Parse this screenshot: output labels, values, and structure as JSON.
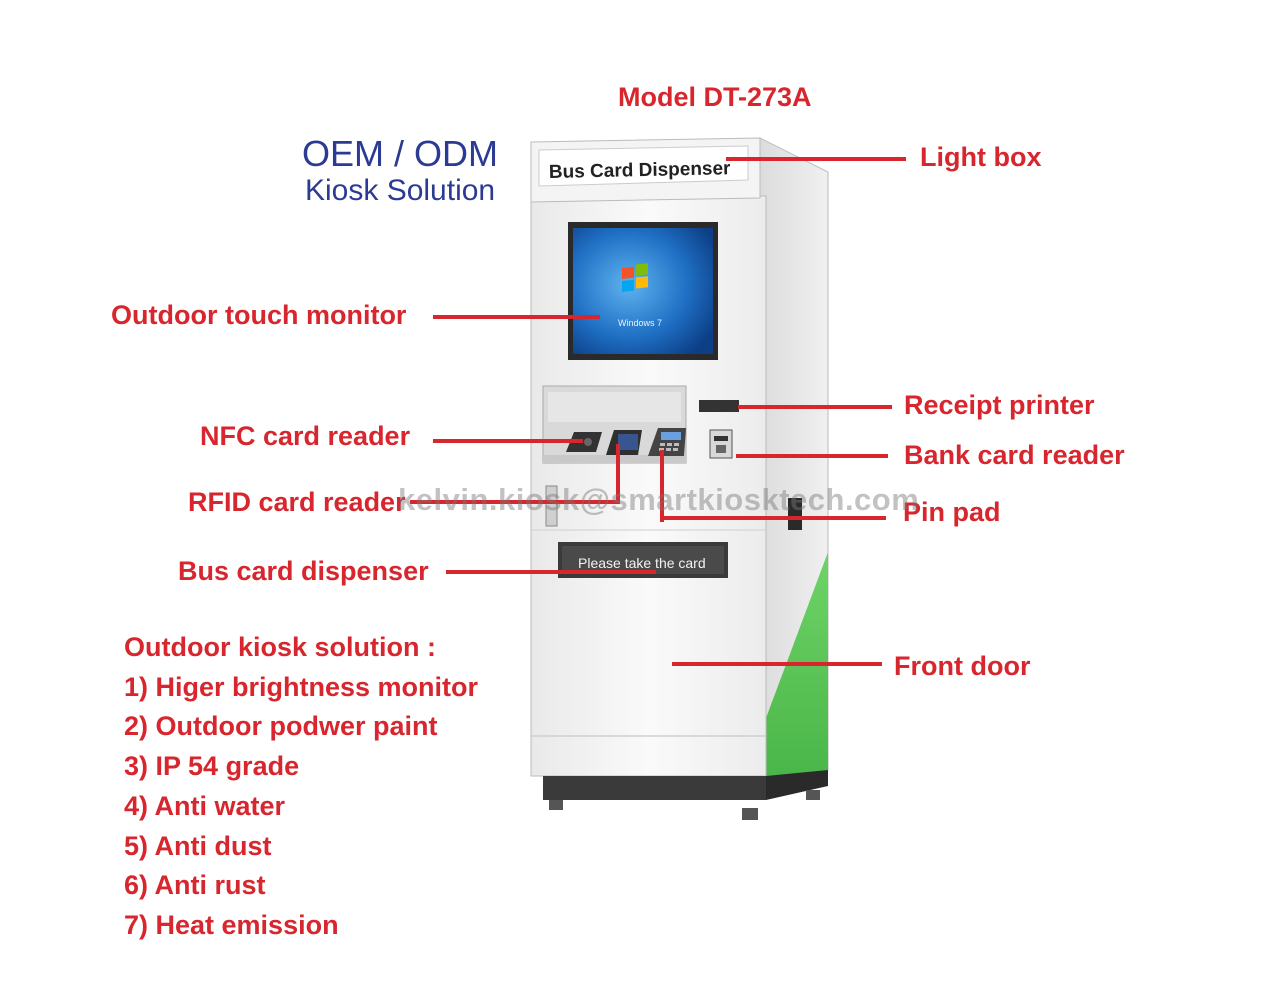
{
  "header": {
    "model": "Model DT-273A",
    "oem": "OEM / ODM",
    "solution": "Kiosk Solution"
  },
  "kiosk": {
    "sign_text": "Bus Card Dispenser",
    "dispenser_text": "Please take the card",
    "screen_text": "Windows 7",
    "accent_color": "#5cc85a",
    "body_color": "#f2f2f2",
    "screen_color": "#1f6fc4"
  },
  "labels": {
    "light_box": "Light box",
    "outdoor_touch_monitor": "Outdoor touch monitor",
    "receipt_printer": "Receipt printer",
    "nfc_card_reader": "NFC card reader",
    "bank_card_reader": "Bank card reader",
    "rfid_card_reader": "RFID card reader",
    "pin_pad": "Pin pad",
    "bus_card_dispenser": "Bus card dispenser",
    "front_door": "Front door"
  },
  "features": {
    "title": "Outdoor kiosk solution :",
    "items": [
      "1) Higer brightness monitor",
      "2) Outdoor podwer paint",
      "3) IP 54 grade",
      "4) Anti water",
      "5) Anti dust",
      "6) Anti rust",
      "7) Heat emission"
    ]
  },
  "watermark": "kelvin.kiosk@smartkiosktech.com",
  "colors": {
    "label": "#d7262e",
    "title": "#2b3a93"
  }
}
